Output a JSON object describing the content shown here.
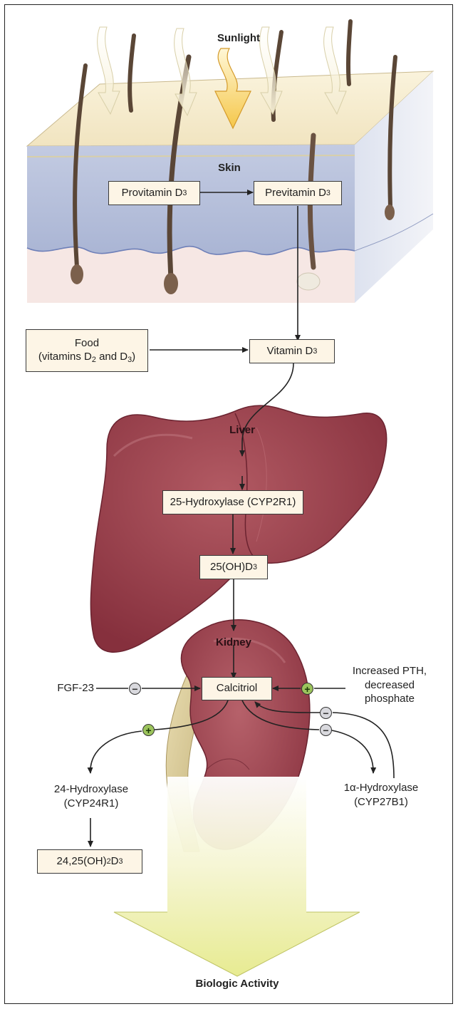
{
  "labels": {
    "sunlight": "Sunlight",
    "skin": "Skin",
    "liver": "Liver",
    "kidney": "Kidney",
    "biologic_activity": "Biologic Activity"
  },
  "boxes": {
    "provitamin": {
      "text": "Provitamin D",
      "sub": "3"
    },
    "previtamin": {
      "text": "Previtamin D",
      "sub": "3"
    },
    "food_line1": "Food",
    "food_line2": {
      "pre": "(vitamins D",
      "sub1": "2",
      "mid": " and D",
      "sub2": "3",
      "post": ")"
    },
    "vitamin_d3": {
      "text": "Vitamin D",
      "sub": "3"
    },
    "hydroxylase25": "25-Hydroxylase (CYP2R1)",
    "oh_d3": {
      "text": "25(OH)D",
      "sub": "3"
    },
    "calcitriol": "Calcitriol",
    "dihydroxy": {
      "pre": "24,25(OH)",
      "sub1": "2",
      "mid": "D",
      "sub2": "3"
    }
  },
  "regulators": {
    "fgf23": "FGF-23",
    "pth_line1": "Increased PTH,",
    "pth_line2": "decreased",
    "pth_line3": "phosphate",
    "hyd24_line1": "24-Hydroxylase",
    "hyd24_line2": "(CYP24R1)",
    "hyd1a_line1": "1α-Hydroxylase",
    "hyd1a_line2": "(CYP27B1)"
  },
  "signs": {
    "minus": "−",
    "plus": "+"
  },
  "colors": {
    "box_fill": "#fdf5e6",
    "skin_dermis": "#b7c0da",
    "liver": "#9c4450",
    "kidney": "#9c4450",
    "activity_arrow": "#eef1a0",
    "plus_badge": "#9cc45c",
    "minus_badge": "#d9d9de"
  }
}
